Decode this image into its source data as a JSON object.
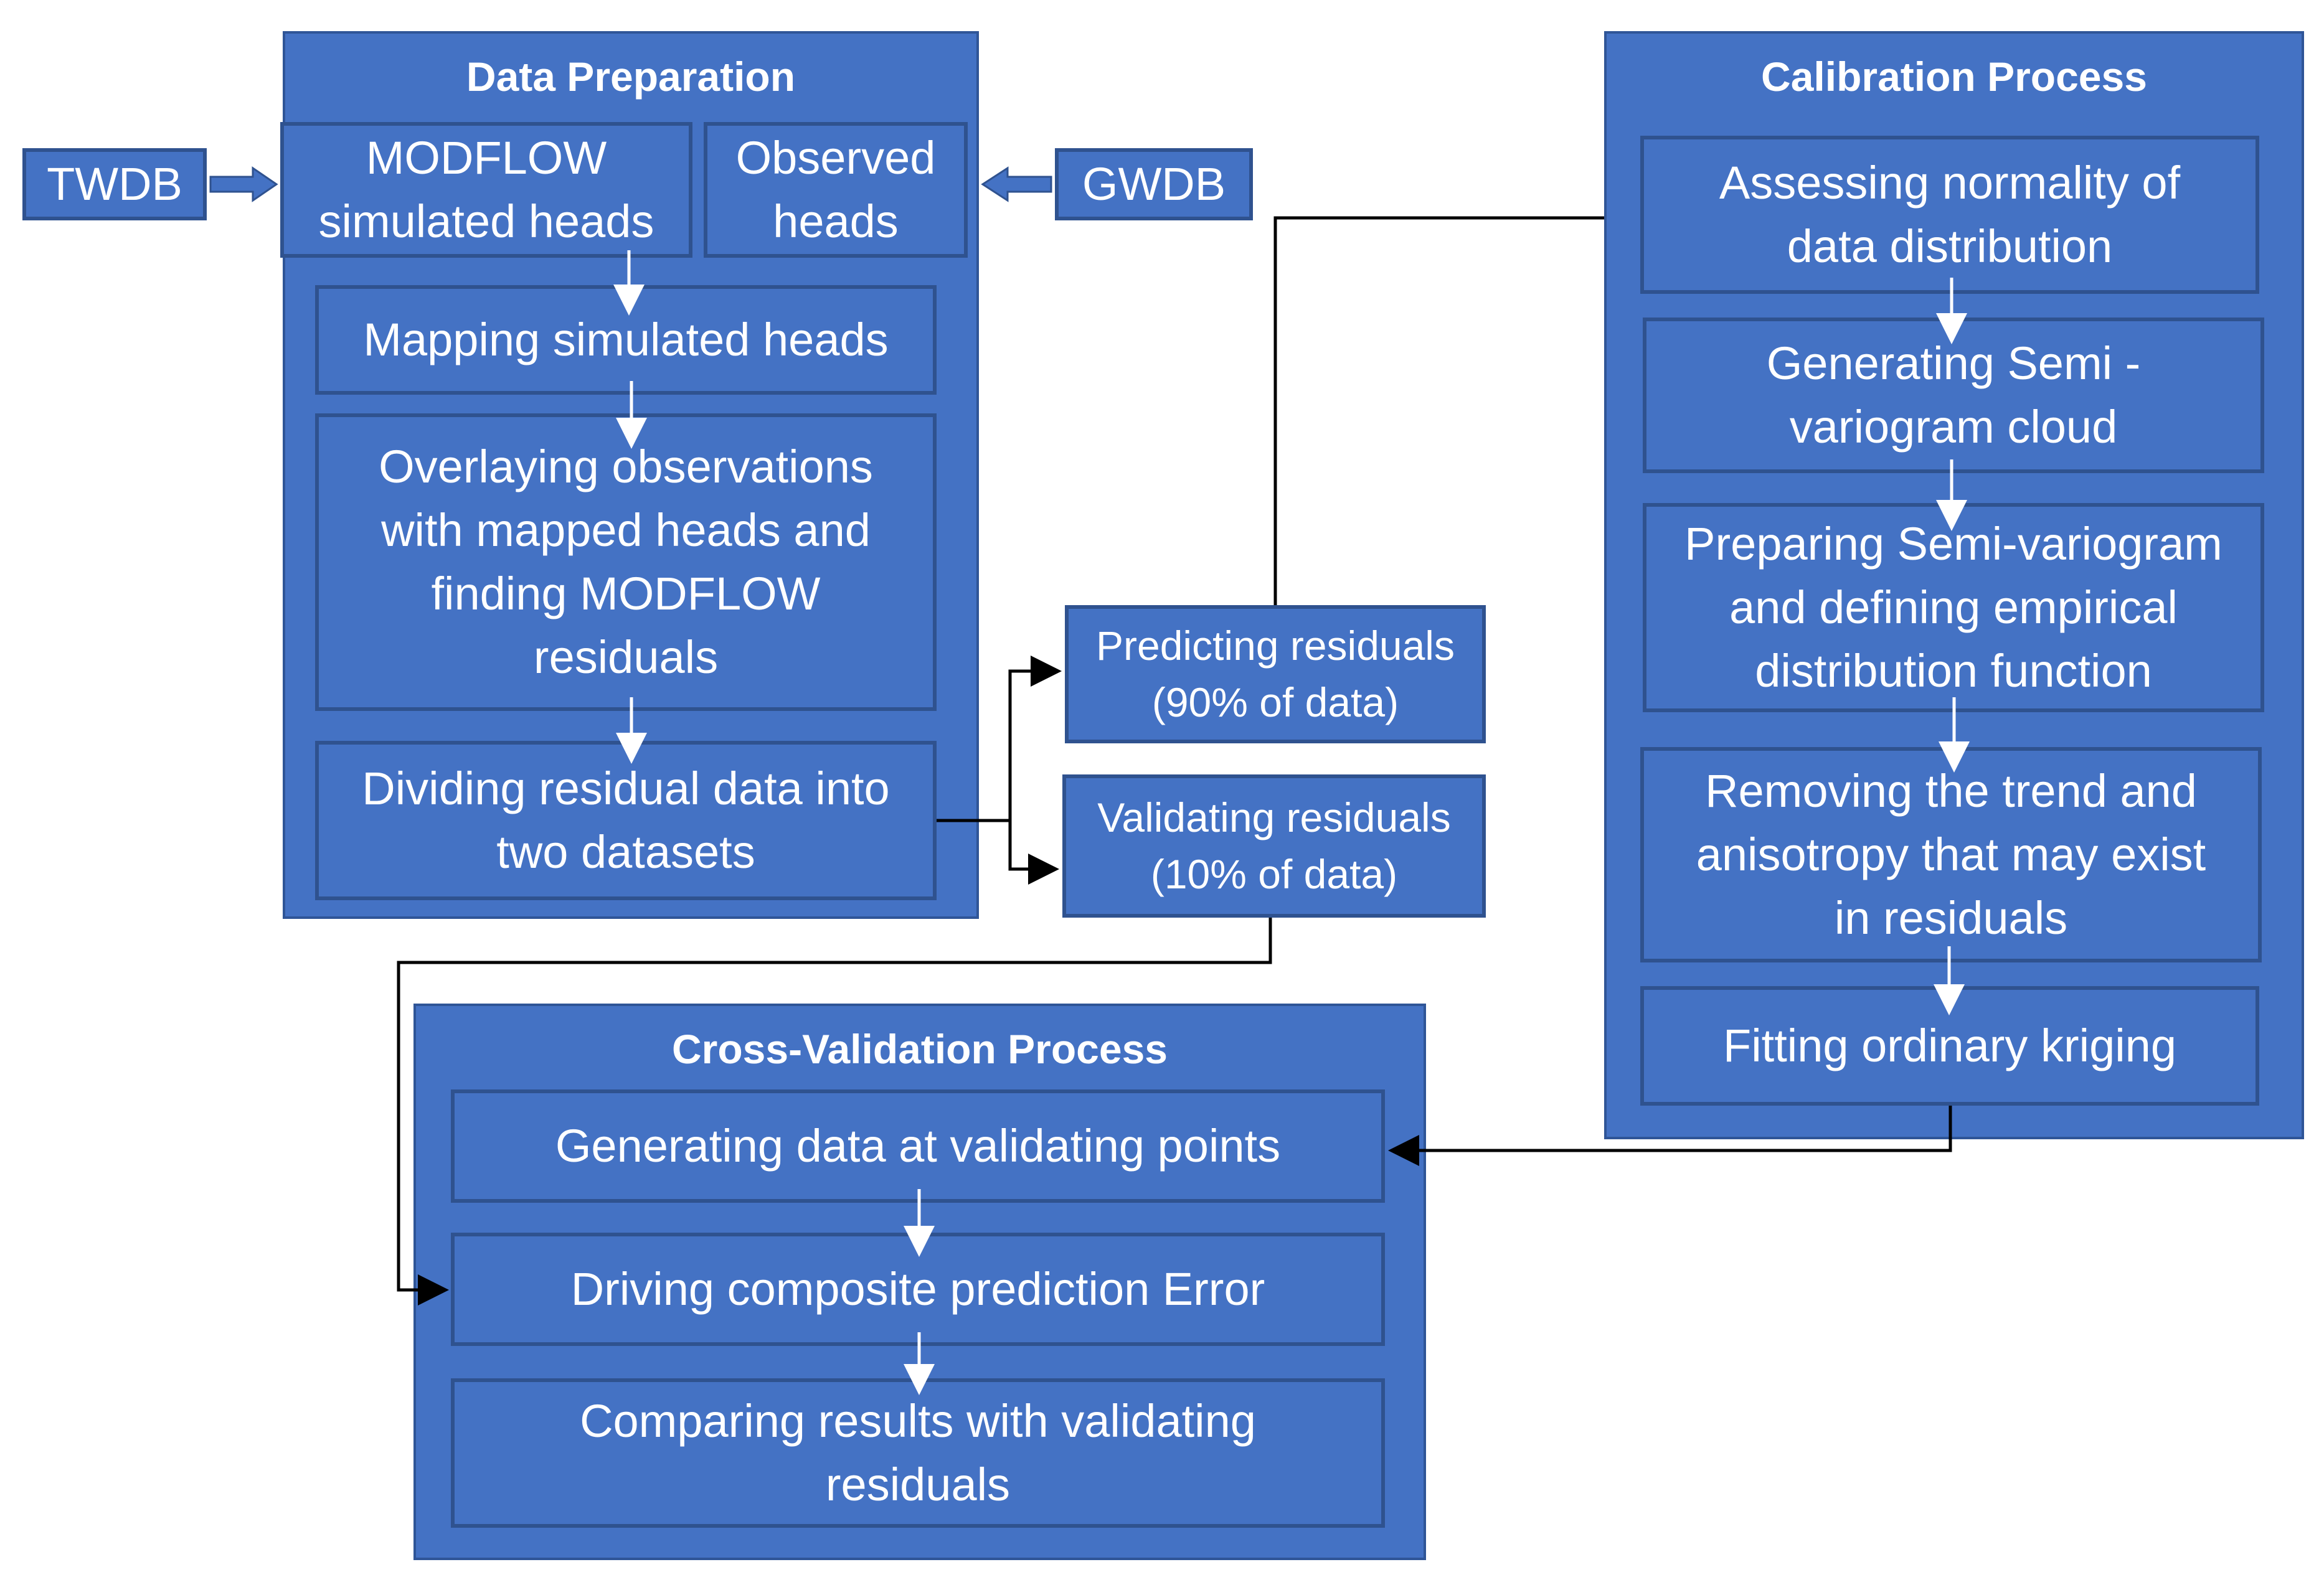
{
  "colors": {
    "fill": "#4472C4",
    "border": "#2F528F",
    "text": "#FFFFFF",
    "connector": "#000000"
  },
  "sources": {
    "twdb": "TWDB",
    "gwdb": "GWDB"
  },
  "data_preparation": {
    "title": "Data Preparation",
    "modflow": "MODFLOW\nsimulated heads",
    "observed": "Observed\nheads",
    "mapping": "Mapping simulated heads",
    "overlaying": "Overlaying observations\nwith mapped heads and\nfinding MODFLOW\nresiduals",
    "dividing": "Dividing residual data into\ntwo datasets"
  },
  "split": {
    "predicting": "Predicting residuals\n(90% of data)",
    "validating": "Validating residuals\n(10% of data)"
  },
  "calibration": {
    "title": "Calibration Process",
    "steps": [
      "Assessing normality of\ndata distribution",
      "Generating Semi -\nvariogram cloud",
      "Preparing Semi-variogram\nand defining empirical\ndistribution function",
      "Removing the trend and\nanisotropy that may exist\nin residuals",
      "Fitting ordinary kriging"
    ]
  },
  "cross_validation": {
    "title": "Cross-Validation Process",
    "steps": [
      "Generating data at validating points",
      "Driving composite prediction Error",
      "Comparing results with validating\nresiduals"
    ]
  }
}
